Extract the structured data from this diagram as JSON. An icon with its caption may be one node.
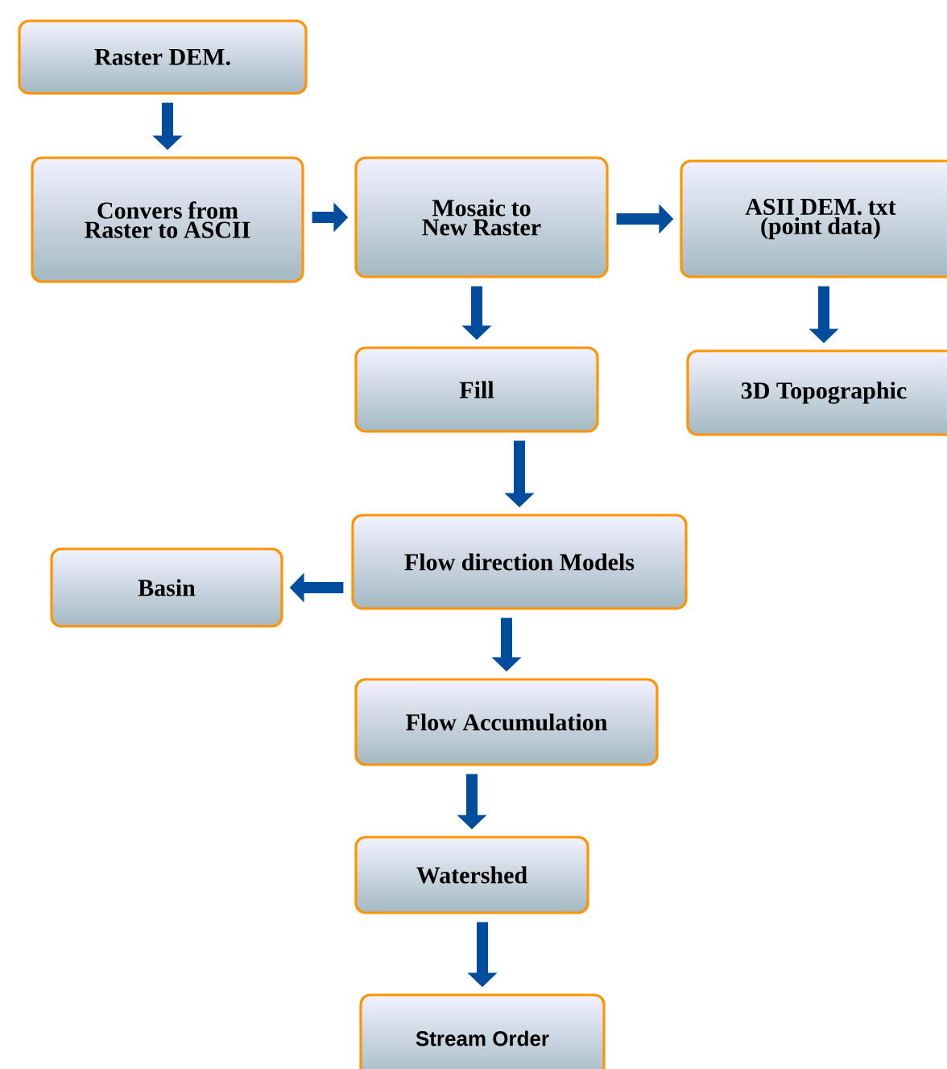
{
  "diagram": {
    "nodes": [
      {
        "text": [
          "Raster DEM."
        ]
      },
      {
        "text": [
          "Convers from Raster to ASCII"
        ]
      },
      {
        "text": [
          "Mosaic to New Raster"
        ]
      },
      {
        "text": [
          "ASII DEM. txt (point data)"
        ]
      },
      {
        "text": [
          "Fill"
        ]
      },
      {
        "text": [
          "3D Topographic"
        ]
      },
      {
        "text": [
          "Flow direction Models"
        ]
      },
      {
        "text": [
          "Basin"
        ]
      },
      {
        "text": [
          "Flow Accumulation"
        ]
      },
      {
        "text": [
          "Watershed"
        ]
      },
      {
        "text": [
          "Stream Order"
        ]
      }
    ],
    "edges": [
      {
        "from": 0,
        "to": 1,
        "arrow": "to"
      },
      {
        "from": 1,
        "to": 2,
        "arrow": "to"
      },
      {
        "from": 2,
        "to": 3,
        "arrow": "to"
      },
      {
        "from": 2,
        "to": 4,
        "arrow": "to"
      },
      {
        "from": 3,
        "to": 5,
        "arrow": "to"
      },
      {
        "from": 4,
        "to": 6,
        "arrow": "to"
      },
      {
        "from": 6,
        "to": 7,
        "arrow": "to"
      },
      {
        "from": 6,
        "to": 8,
        "arrow": "to"
      },
      {
        "from": 8,
        "to": 9,
        "arrow": "to"
      },
      {
        "from": 9,
        "to": 10,
        "arrow": "to"
      }
    ]
  }
}
